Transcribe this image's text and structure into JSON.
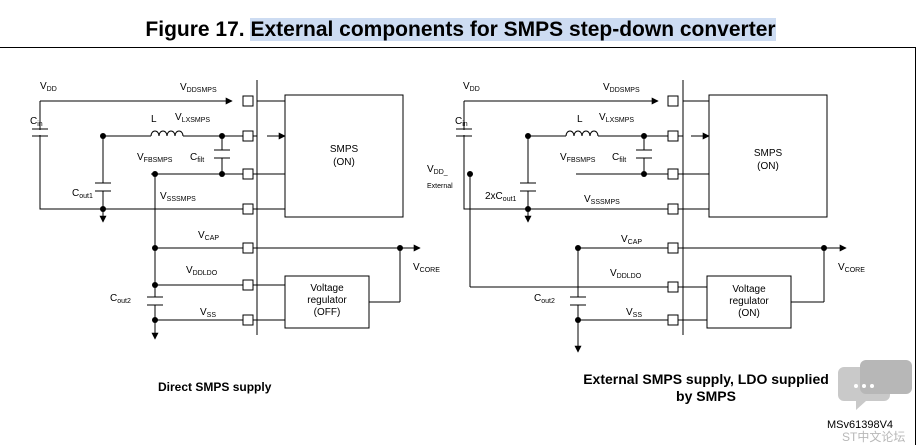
{
  "title": {
    "prefix": "Figure 17.",
    "highlight": "External components for SMPS step-down converter"
  },
  "left": {
    "vdd": "V",
    "vdd_sub": "DD",
    "cin": "C",
    "cin_sub": "in",
    "vddsmps": "V",
    "vddsmps_sub": "DDSMPS",
    "l": "L",
    "vlxsmps": "V",
    "vlxsmps_sub": "LXSMPS",
    "vfbsmps": "V",
    "vfbsmps_sub": "FBSMPS",
    "cfilt": "C",
    "cfilt_sub": "filt",
    "cout1": "C",
    "cout1_sub": "out1",
    "vsssmps": "V",
    "vsssmps_sub": "SSSMPS",
    "smps_line1": "SMPS",
    "smps_line2": "(ON)",
    "vcap": "V",
    "vcap_sub": "CAP",
    "vcore": "V",
    "vcore_sub": "CORE",
    "vddldo": "V",
    "vddldo_sub": "DDLDO",
    "cout2": "C",
    "cout2_sub": "out2",
    "vss": "V",
    "vss_sub": "SS",
    "reg_line1": "Voltage",
    "reg_line2": "regulator",
    "reg_line3": "(OFF)",
    "caption": "Direct SMPS supply"
  },
  "right": {
    "vdd": "V",
    "vdd_sub": "DD",
    "cin": "C",
    "cin_sub": "in",
    "vddsmps": "V",
    "vddsmps_sub": "DDSMPS",
    "l": "L",
    "vlxsmps": "V",
    "vlxsmps_sub": "LXSMPS",
    "vfbsmps": "V",
    "vfbsmps_sub": "FBSMPS",
    "cfilt": "C",
    "cfilt_sub": "filt",
    "vddext": "V",
    "vddext_sub": "DD_",
    "external": "External",
    "cout1": "2xC",
    "cout1_sub": "out1",
    "vsssmps": "V",
    "vsssmps_sub": "SSSMPS",
    "smps_line1": "SMPS",
    "smps_line2": "(ON)",
    "vcap": "V",
    "vcap_sub": "CAP",
    "vcore": "V",
    "vcore_sub": "CORE",
    "vddldo": "V",
    "vddldo_sub": "DDLDO",
    "cout2": "C",
    "cout2_sub": "out2",
    "vss": "V",
    "vss_sub": "SS",
    "reg_line1": "Voltage",
    "reg_line2": "regulator",
    "reg_line3": "(ON)",
    "caption_line1": "External SMPS supply, LDO supplied",
    "caption_line2": "by SMPS"
  },
  "ref": "MSv61398V4",
  "watermark": "ST中文论坛"
}
